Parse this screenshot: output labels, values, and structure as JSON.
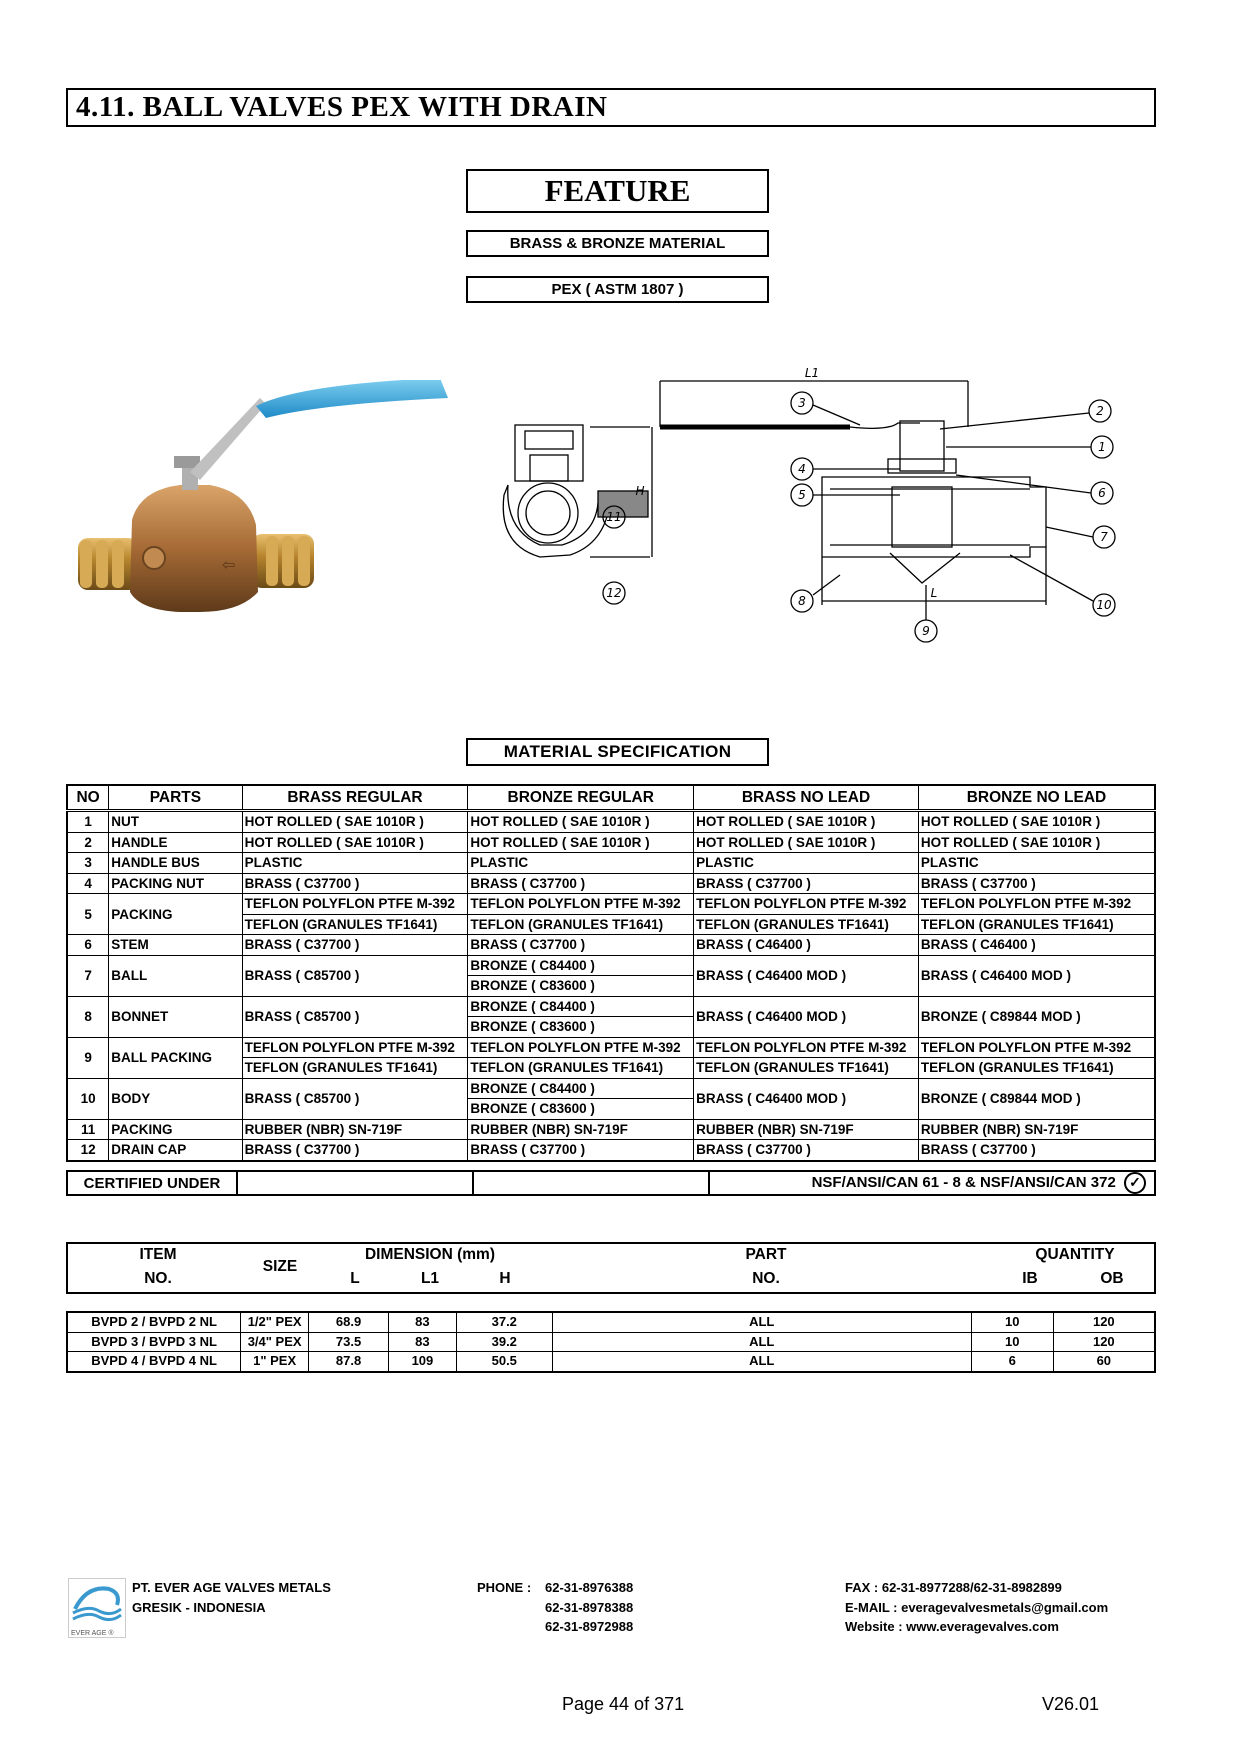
{
  "title": "4.11.  BALL VALVES PEX WITH DRAIN",
  "feature": {
    "heading": "FEATURE",
    "items": [
      "BRASS & BRONZE MATERIAL",
      "PEX ( ASTM 1807 )"
    ]
  },
  "drawing": {
    "labels": {
      "L1": "L1",
      "H": "H",
      "L": "L"
    },
    "callouts": [
      "1",
      "2",
      "3",
      "4",
      "5",
      "6",
      "7",
      "8",
      "9",
      "10",
      "11",
      "12"
    ]
  },
  "material_spec": {
    "heading": "MATERIAL SPECIFICATION",
    "columns": [
      "NO",
      "PARTS",
      "BRASS REGULAR",
      "BRONZE REGULAR",
      "BRASS NO LEAD",
      "BRONZE NO LEAD"
    ],
    "rows": [
      {
        "no": "1",
        "part": "NUT",
        "br": [
          "HOT ROLLED ( SAE 1010R )"
        ],
        "bz": [
          "HOT ROLLED ( SAE 1010R )"
        ],
        "bnl": [
          "HOT ROLLED ( SAE 1010R )"
        ],
        "bznl": [
          "HOT ROLLED ( SAE 1010R )"
        ]
      },
      {
        "no": "2",
        "part": "HANDLE",
        "br": [
          "HOT ROLLED ( SAE 1010R )"
        ],
        "bz": [
          "HOT ROLLED ( SAE 1010R )"
        ],
        "bnl": [
          "HOT ROLLED ( SAE 1010R )"
        ],
        "bznl": [
          "HOT ROLLED ( SAE 1010R )"
        ]
      },
      {
        "no": "3",
        "part": "HANDLE BUS",
        "br": [
          "PLASTIC"
        ],
        "bz": [
          "PLASTIC"
        ],
        "bnl": [
          "PLASTIC"
        ],
        "bznl": [
          "PLASTIC"
        ]
      },
      {
        "no": "4",
        "part": "PACKING NUT",
        "br": [
          "BRASS ( C37700 )"
        ],
        "bz": [
          "BRASS ( C37700 )"
        ],
        "bnl": [
          "BRASS ( C37700 )"
        ],
        "bznl": [
          "BRASS ( C37700 )"
        ]
      },
      {
        "no": "5",
        "part": "PACKING",
        "br": [
          "TEFLON POLYFLON PTFE M-392",
          "TEFLON (GRANULES TF1641)"
        ],
        "bz": [
          "TEFLON POLYFLON PTFE M-392",
          "TEFLON (GRANULES TF1641)"
        ],
        "bnl": [
          "TEFLON POLYFLON PTFE M-392",
          "TEFLON (GRANULES TF1641)"
        ],
        "bznl": [
          "TEFLON POLYFLON PTFE M-392",
          "TEFLON (GRANULES TF1641)"
        ]
      },
      {
        "no": "6",
        "part": "STEM",
        "br": [
          "BRASS ( C37700 )"
        ],
        "bz": [
          "BRASS ( C37700 )"
        ],
        "bnl": [
          "BRASS ( C46400 )"
        ],
        "bznl": [
          "BRASS ( C46400 )"
        ]
      },
      {
        "no": "7",
        "part": "BALL",
        "br": [
          "BRASS ( C85700 )"
        ],
        "bz": [
          "BRONZE ( C84400 )",
          "BRONZE ( C83600 )"
        ],
        "bnl": [
          "BRASS ( C46400 MOD )"
        ],
        "bznl": [
          "BRASS ( C46400 MOD )"
        ]
      },
      {
        "no": "8",
        "part": "BONNET",
        "br": [
          "BRASS ( C85700 )"
        ],
        "bz": [
          "BRONZE ( C84400 )",
          "BRONZE ( C83600 )"
        ],
        "bnl": [
          "BRASS ( C46400 MOD )"
        ],
        "bznl": [
          "BRONZE ( C89844 MOD )"
        ]
      },
      {
        "no": "9",
        "part": "BALL PACKING",
        "br": [
          "TEFLON POLYFLON PTFE M-392",
          "TEFLON (GRANULES TF1641)"
        ],
        "bz": [
          "TEFLON POLYFLON PTFE M-392",
          "TEFLON (GRANULES TF1641)"
        ],
        "bnl": [
          "TEFLON POLYFLON PTFE M-392",
          "TEFLON (GRANULES TF1641)"
        ],
        "bznl": [
          "TEFLON POLYFLON PTFE M-392",
          "TEFLON (GRANULES TF1641)"
        ]
      },
      {
        "no": "10",
        "part": "BODY",
        "br": [
          "BRASS ( C85700 )"
        ],
        "bz": [
          "BRONZE ( C84400 )",
          "BRONZE ( C83600 )"
        ],
        "bnl": [
          "BRASS ( C46400 MOD )"
        ],
        "bznl": [
          "BRONZE ( C89844 MOD )"
        ]
      },
      {
        "no": "11",
        "part": "PACKING",
        "br": [
          "RUBBER (NBR) SN-719F"
        ],
        "bz": [
          "RUBBER (NBR) SN-719F"
        ],
        "bnl": [
          "RUBBER (NBR) SN-719F"
        ],
        "bznl": [
          "RUBBER (NBR) SN-719F"
        ]
      },
      {
        "no": "12",
        "part": "DRAIN CAP",
        "br": [
          "BRASS ( C37700 )"
        ],
        "bz": [
          "BRASS ( C37700 )"
        ],
        "bnl": [
          "BRASS ( C37700 )"
        ],
        "bznl": [
          "BRASS ( C37700 )"
        ]
      }
    ]
  },
  "certified": {
    "label": "CERTIFIED UNDER",
    "value": "NSF/ANSI/CAN 61 - 8 & NSF/ANSI/CAN 372"
  },
  "dimensions": {
    "headers": {
      "item": "ITEM",
      "item_no": "NO.",
      "size": "SIZE",
      "dimension": "DIMENSION (mm)",
      "L": "L",
      "L1": "L1",
      "H": "H",
      "part": "PART",
      "part_no": "NO.",
      "quantity": "QUANTITY",
      "ib": "IB",
      "ob": "OB"
    },
    "rows": [
      {
        "item": "BVPD 2 / BVPD 2 NL",
        "size": "1/2\" PEX",
        "L": "68.9",
        "L1": "83",
        "H": "37.2",
        "part": "ALL",
        "ib": "10",
        "ob": "120"
      },
      {
        "item": "BVPD 3 / BVPD 3 NL",
        "size": "3/4\" PEX",
        "L": "73.5",
        "L1": "83",
        "H": "39.2",
        "part": "ALL",
        "ib": "10",
        "ob": "120"
      },
      {
        "item": "BVPD 4 / BVPD 4 NL",
        "size": "1\" PEX",
        "L": "87.8",
        "L1": "109",
        "H": "50.5",
        "part": "ALL",
        "ib": "6",
        "ob": "60"
      }
    ]
  },
  "footer": {
    "logo_text": "EVER AGE ®",
    "company": "PT. EVER AGE VALVES METALS",
    "location": "GRESIK - INDONESIA",
    "phone_label": "PHONE :",
    "phones": [
      "62-31-8976388",
      "62-31-8978388",
      "62-31-8972988"
    ],
    "fax": "FAX  : 62-31-8977288/62-31-8982899",
    "email": "E-MAIL  : everagevalvesmetals@gmail.com",
    "website": "Website  : www.everagevalves.com"
  },
  "page_label": "Page 44 of 371",
  "version": "V26.01"
}
